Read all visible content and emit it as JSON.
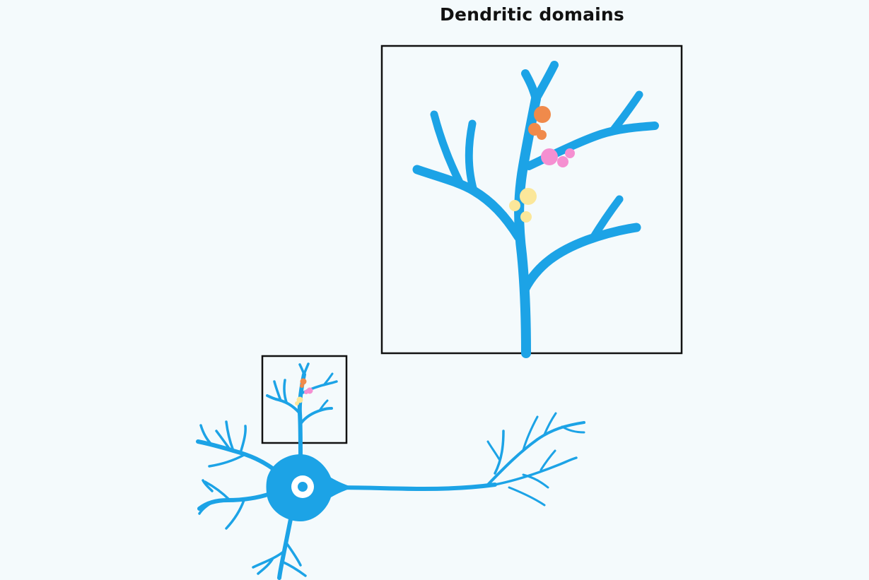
{
  "title": "Dendritic domains",
  "colors": {
    "background": "#f4fafc",
    "neuron": "#1ca3e6",
    "frame": "#111111",
    "domain_orange": "#f08a4b",
    "domain_pink": "#f58fd1",
    "domain_yellow": "#fbe79a"
  },
  "components": [
    "neuron-soma",
    "nucleus",
    "axon",
    "axon-terminal",
    "basal-dendrites",
    "apical-dendrite",
    "zoom-box",
    "magnified-dendrite",
    "dendritic-domains"
  ]
}
